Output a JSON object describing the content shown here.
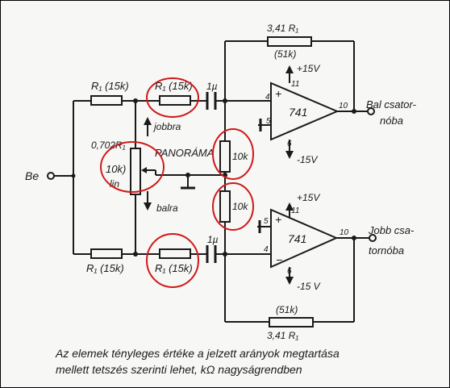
{
  "labels": {
    "input": "Be",
    "r1_top_left": "R₁ (15k)",
    "r1_top_right": "R₁ (15k)",
    "r1_bot_left": "R₁ (15k)",
    "r1_bot_right": "R₁ (15k)",
    "cap_top": "1µ",
    "cap_bot": "1µ",
    "fb_top_val": "3,41 R₁",
    "fb_top_k": "(51k)",
    "fb_bot_val": "3,41 R₁",
    "fb_bot_k": "(51k)",
    "pot_ratio": "0,702R₁",
    "pot_val": "10k)",
    "pot_type": "lin",
    "panorama": "PANORÁMA",
    "jobbra": "jobbra",
    "balra": "balra",
    "r_mid_top": "10k",
    "r_mid_bot": "10k",
    "op_top": "741",
    "op_bot": "741",
    "vplus_top": "+15V",
    "vminus_top": "-15V",
    "vplus_bot": "+15V",
    "vminus_bot": "-15 V",
    "pin_top_plus": "4",
    "pin_top_11": "11",
    "pin_top_10": "10",
    "pin_top_5": "5",
    "pin_top_6": "6",
    "pin_bot_plus": "5",
    "pin_bot_11": "11",
    "pin_bot_10": "10",
    "pin_bot_4": "4",
    "pin_bot_6": "6",
    "out_top_1": "Bal csator-",
    "out_top_2": "nóba",
    "out_bot_1": "Jobb csa-",
    "out_bot_2": "tornóba",
    "caption_1": "Az elemek tényleges értéke a jelzett arányok megtartása",
    "caption_2": "mellett tetszés szerinti lehet, kΩ nagyságrendben"
  },
  "colors": {
    "ink": "#1a1a1a",
    "highlight": "#d01818",
    "paper": "#f7f7f5"
  }
}
